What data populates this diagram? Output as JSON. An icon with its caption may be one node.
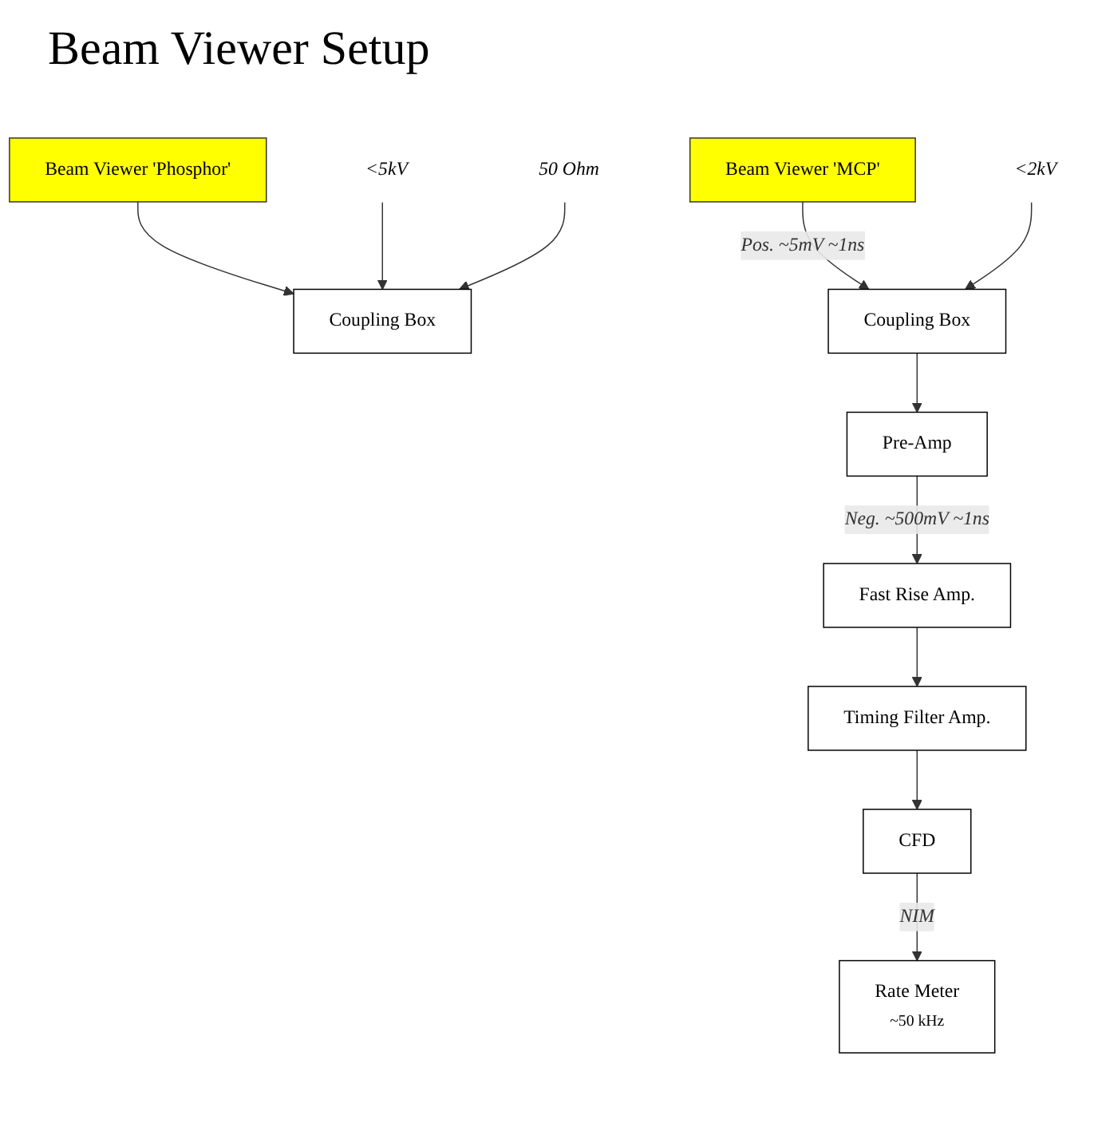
{
  "diagram": {
    "title": "Beam Viewer Setup",
    "nodes": [
      {
        "text": [
          "Beam Viewer 'Phosphor'"
        ]
      },
      {
        "text": [
          "Coupling Box"
        ]
      },
      {
        "text": [
          "<5kV"
        ]
      },
      {
        "text": [
          "50 Ohm"
        ]
      },
      {
        "text": [
          "Beam Viewer 'MCP'"
        ]
      },
      {
        "text": [
          "Coupling Box"
        ]
      },
      {
        "text": [
          "<2kV"
        ]
      },
      {
        "text": [
          "Pre-Amp"
        ]
      },
      {
        "text": [
          "Fast Rise Amp."
        ]
      },
      {
        "text": [
          "Timing Filter Amp."
        ]
      },
      {
        "text": [
          "CFD"
        ]
      },
      {
        "text": [
          "Rate Meter",
          "~50 kHz"
        ]
      }
    ],
    "edges": [
      {
        "from": 0,
        "to": 1,
        "arrow": "to"
      },
      {
        "from": 2,
        "to": 1,
        "arrow": "to"
      },
      {
        "from": 3,
        "to": 1,
        "arrow": "to"
      },
      {
        "from": 4,
        "to": 5,
        "arrow": "to",
        "label": "Pos. ~5mV ~1ns"
      },
      {
        "from": 6,
        "to": 5,
        "arrow": "to"
      },
      {
        "from": 5,
        "to": 7,
        "arrow": "to"
      },
      {
        "from": 7,
        "to": 8,
        "arrow": "to",
        "label": "Neg. ~500mV ~1ns"
      },
      {
        "from": 8,
        "to": 9,
        "arrow": "to"
      },
      {
        "from": 9,
        "to": 10,
        "arrow": "to"
      },
      {
        "from": 10,
        "to": 11,
        "arrow": "to",
        "label": "NIM"
      }
    ]
  }
}
